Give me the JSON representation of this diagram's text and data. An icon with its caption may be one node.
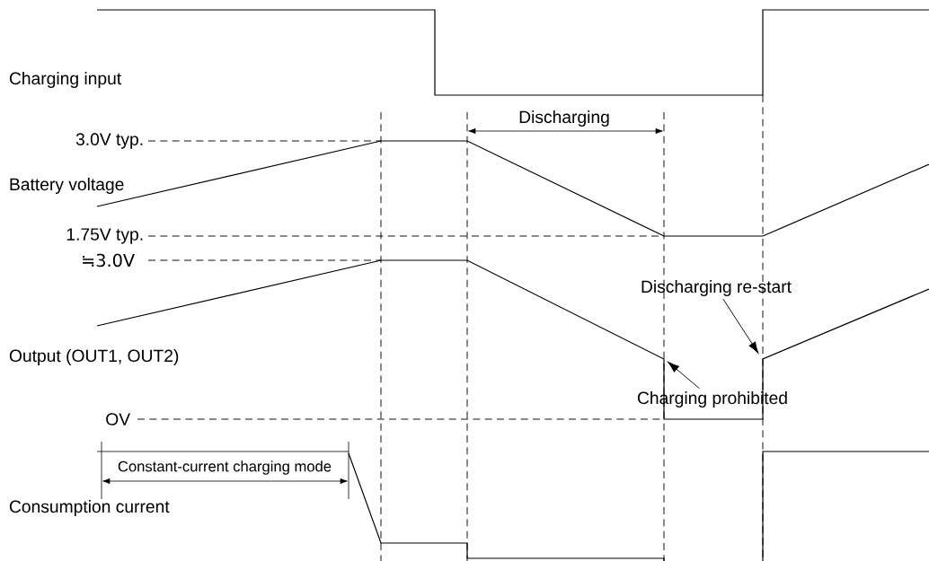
{
  "diagram": {
    "nodes": [
      {
        "text": [
          "Discharging re-start"
        ]
      },
      {
        "text": [
          "Charging prohibited"
        ]
      }
    ],
    "edges": [
      {
        "from": 0,
        "to": null,
        "arrow": "to"
      },
      {
        "from": 1,
        "to": null,
        "arrow": "to"
      }
    ],
    "labels": [
      "Charging input",
      "Discharging",
      "3.0V typ.",
      "Battery voltage",
      "1.75V typ.",
      "≒3.0V",
      "Output (OUT1, OUT2)",
      "OV",
      "Constant-current charging mode",
      "Consumption current"
    ]
  }
}
